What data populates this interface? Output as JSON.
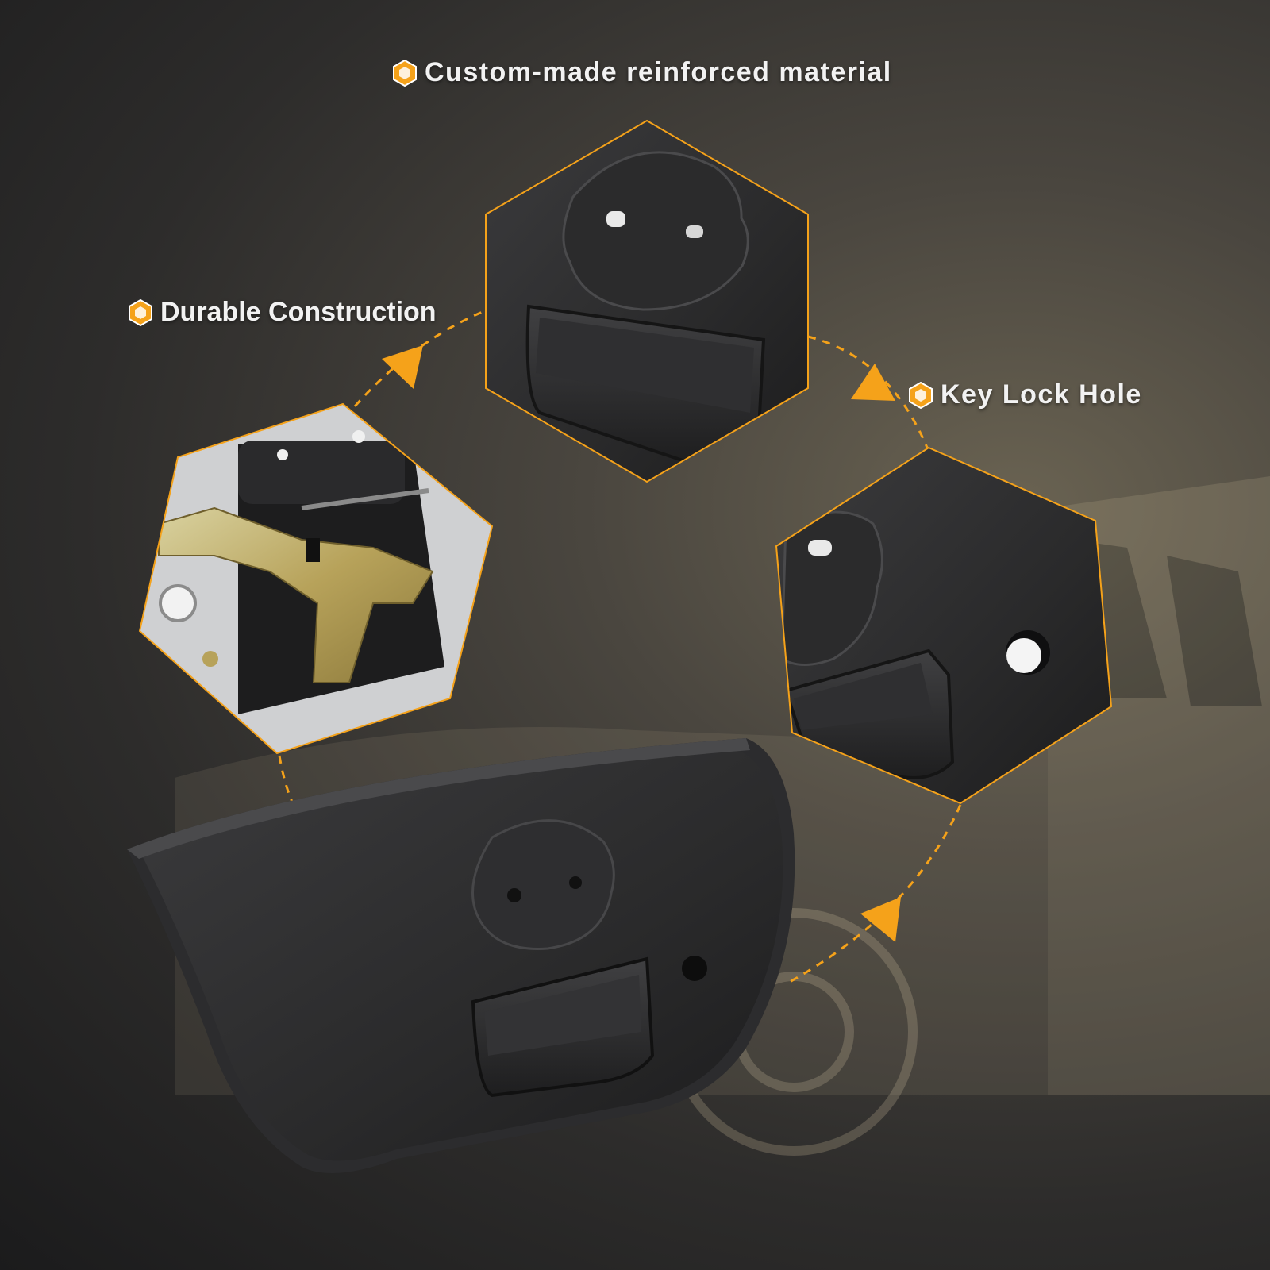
{
  "features": {
    "top": {
      "label": "Custom-made reinforced material"
    },
    "left": {
      "label": "Durable Construction"
    },
    "right": {
      "label": "Key Lock Hole"
    }
  },
  "colors": {
    "accent": "#f5a21a",
    "panel": "#2a2a2b",
    "background_dark": "#1b1b1c",
    "background_warm": "#6a6352"
  },
  "icons": {
    "bullet": "hexagon-bullet-icon",
    "arrow": "triangle-arrow-icon"
  }
}
